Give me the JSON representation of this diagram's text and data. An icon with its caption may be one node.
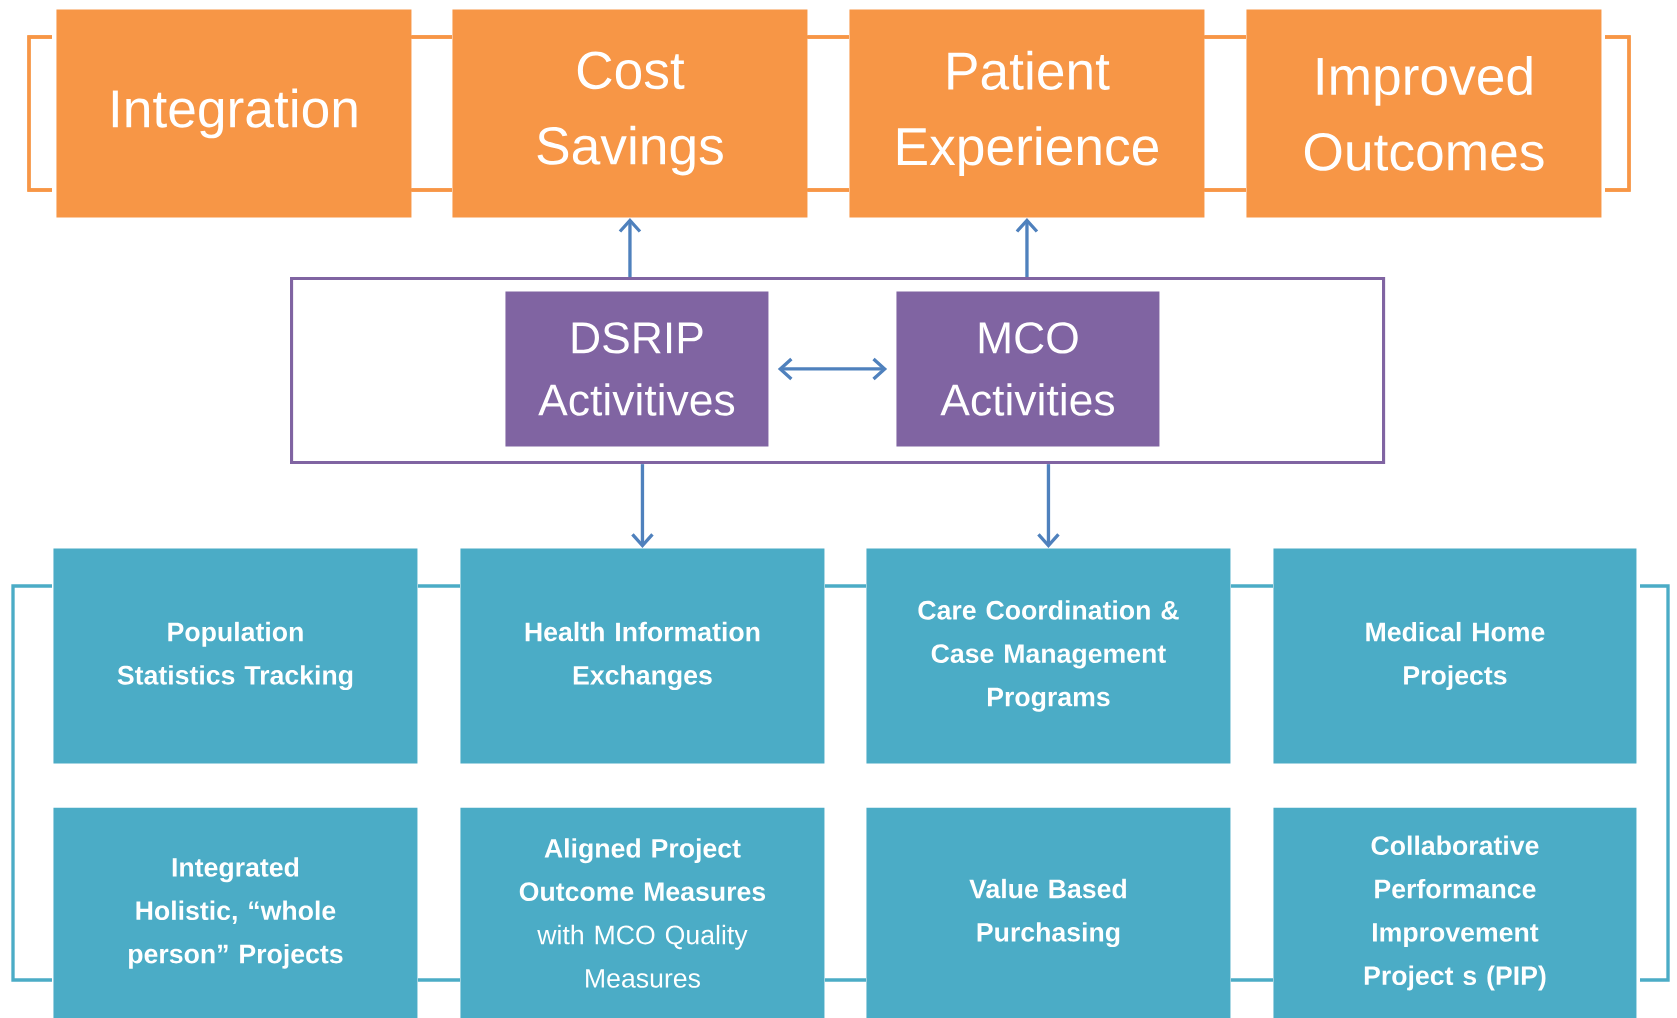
{
  "diagram": {
    "nodes": [
      {
        "text": [
          "Integration"
        ]
      },
      {
        "text": [
          "Cost Savings"
        ]
      },
      {
        "text": [
          "Patient Experience"
        ]
      },
      {
        "text": [
          "Improved Outcomes"
        ]
      },
      {
        "text": [],
        "shape": "box"
      },
      {
        "text": [
          "DSRIP Activitives"
        ],
        "in": 4
      },
      {
        "text": [
          "MCO Activities"
        ],
        "in": 4
      },
      {
        "text": [
          "Population Statistics Tracking"
        ]
      },
      {
        "text": [
          "Health Information Exchanges"
        ]
      },
      {
        "text": [
          "Care Coordination & Case Management Programs"
        ]
      },
      {
        "text": [
          "Medical Home Projects"
        ]
      },
      {
        "text": [
          "Integrated Holistic, “whole person” Projects"
        ]
      },
      {
        "text": [
          "**Aligned Project Outcome Measures** with MCO Quality Measures"
        ]
      },
      {
        "text": [
          "Value Based Purchasing"
        ]
      },
      {
        "text": [
          "Collaborative Performance Improvement Project s (PIP)"
        ]
      }
    ],
    "edges": [
      {
        "from": 4,
        "to": 1,
        "arrow": "to",
        "color": "#4f81bd"
      },
      {
        "from": 4,
        "to": 2,
        "arrow": "to",
        "color": "#4f81bd"
      },
      {
        "from": 5,
        "to": 6,
        "arrow": "both",
        "color": "#4f81bd"
      },
      {
        "from": 4,
        "to": 8,
        "arrow": "to",
        "color": "#4f81bd"
      },
      {
        "from": 4,
        "to": 9,
        "arrow": "to",
        "color": "#4f81bd"
      },
      {
        "from": 0,
        "to": 1,
        "arrow": "none",
        "color": "#f79646"
      },
      {
        "from": 0,
        "to": 1,
        "arrow": "none",
        "color": "#f79646"
      },
      {
        "from": 1,
        "to": 2,
        "arrow": "none",
        "color": "#f79646"
      },
      {
        "from": 1,
        "to": 2,
        "arrow": "none",
        "color": "#f79646"
      },
      {
        "from": 2,
        "to": 3,
        "arrow": "none",
        "color": "#f79646"
      },
      {
        "from": 2,
        "to": 3,
        "arrow": "none",
        "color": "#f79646"
      },
      {
        "from": 7,
        "to": 8,
        "arrow": "none",
        "color": "#4bacc6"
      },
      {
        "from": 8,
        "to": 9,
        "arrow": "none",
        "color": "#4bacc6"
      },
      {
        "from": 9,
        "to": 10,
        "arrow": "none",
        "color": "#4bacc6"
      },
      {
        "from": 11,
        "to": 12,
        "arrow": "none",
        "color": "#4bacc6"
      },
      {
        "from": 12,
        "to": 13,
        "arrow": "none",
        "color": "#4bacc6"
      },
      {
        "from": 13,
        "to": 14,
        "arrow": "none",
        "color": "#4bacc6"
      }
    ]
  }
}
